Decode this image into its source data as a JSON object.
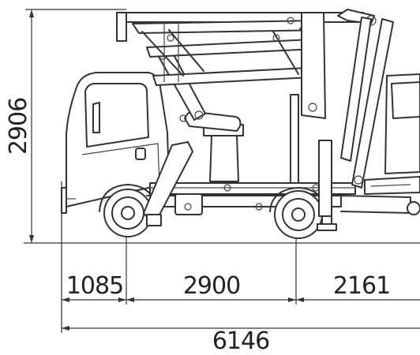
{
  "dimensions": {
    "height": "2906",
    "front_overhang": "1085",
    "wheelbase": "2900",
    "rear_overhang": "2161",
    "overall_length": "6146"
  },
  "colors": {
    "line": "#333333",
    "background": "#ffffff"
  }
}
